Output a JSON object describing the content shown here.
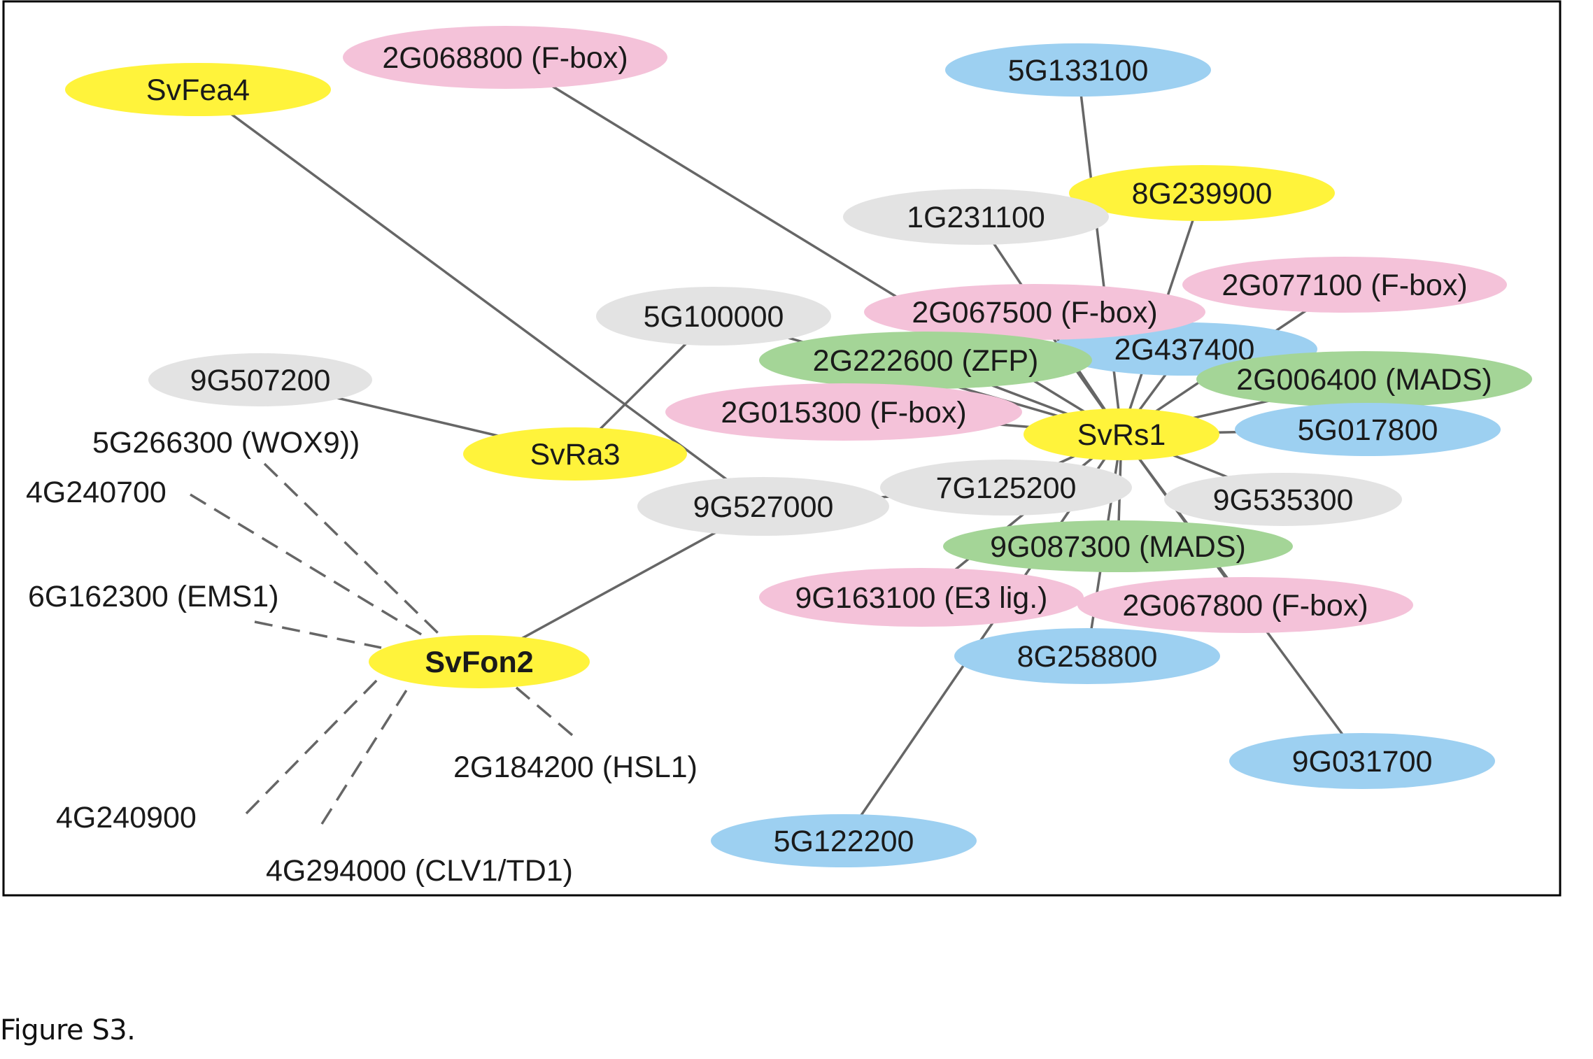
{
  "caption": "Figure S3.",
  "colors": {
    "yellow": "#fff33b",
    "pink": "#f4c2d9",
    "blue": "#9dd0f1",
    "gray": "#e3e3e3",
    "green": "#a4d597",
    "edge": "#666666",
    "frame": "#000000"
  },
  "nodes": [
    {
      "id": "SvFea4",
      "label": "SvFea4",
      "color": "yellow"
    },
    {
      "id": "2G068800",
      "label": "2G068800 (F-box)",
      "color": "pink"
    },
    {
      "id": "5G133100",
      "label": "5G133100",
      "color": "blue"
    },
    {
      "id": "8G239900",
      "label": "8G239900",
      "color": "yellow"
    },
    {
      "id": "1G231100",
      "label": "1G231100",
      "color": "gray"
    },
    {
      "id": "2G077100",
      "label": "2G077100 (F-box)",
      "color": "pink"
    },
    {
      "id": "5G100000",
      "label": "5G100000",
      "color": "gray"
    },
    {
      "id": "2G437400",
      "label": "2G437400",
      "color": "blue"
    },
    {
      "id": "2G067500",
      "label": "2G067500 (F-box)",
      "color": "pink"
    },
    {
      "id": "2G222600",
      "label": "2G222600 (ZFP)",
      "color": "green"
    },
    {
      "id": "2G006400",
      "label": "2G006400 (MADS)",
      "color": "green"
    },
    {
      "id": "9G507200",
      "label": "9G507200",
      "color": "gray"
    },
    {
      "id": "2G015300",
      "label": "2G015300 (F-box)",
      "color": "pink"
    },
    {
      "id": "SvRs1",
      "label": "SvRs1",
      "color": "yellow"
    },
    {
      "id": "5G017800",
      "label": "5G017800",
      "color": "blue"
    },
    {
      "id": "SvRa3",
      "label": "SvRa3",
      "color": "yellow"
    },
    {
      "id": "7G125200",
      "label": "7G125200",
      "color": "gray"
    },
    {
      "id": "9G535300",
      "label": "9G535300",
      "color": "gray"
    },
    {
      "id": "9G527000",
      "label": "9G527000",
      "color": "gray"
    },
    {
      "id": "9G087300",
      "label": "9G087300 (MADS)",
      "color": "green"
    },
    {
      "id": "9G163100",
      "label": "9G163100 (E3 lig.)",
      "color": "pink"
    },
    {
      "id": "2G067800",
      "label": "2G067800 (F-box)",
      "color": "pink"
    },
    {
      "id": "8G258800",
      "label": "8G258800",
      "color": "blue"
    },
    {
      "id": "SvFon2",
      "label": "SvFon2",
      "color": "yellow",
      "bold": true
    },
    {
      "id": "9G031700",
      "label": "9G031700",
      "color": "blue"
    },
    {
      "id": "5G122200",
      "label": "5G122200",
      "color": "blue"
    }
  ],
  "plain_labels": [
    {
      "id": "5G266300",
      "label": "5G266300 (WOX9))"
    },
    {
      "id": "4G240700",
      "label": "4G240700"
    },
    {
      "id": "6G162300",
      "label": "6G162300 (EMS1)"
    },
    {
      "id": "2G184200",
      "label": "2G184200 (HSL1)"
    },
    {
      "id": "4G240900",
      "label": "4G240900"
    },
    {
      "id": "4G294000",
      "label": "4G294000 (CLV1/TD1)"
    }
  ],
  "edges": [
    {
      "from": "SvFea4",
      "to": "9G527000"
    },
    {
      "from": "2G068800",
      "to": "SvRs1"
    },
    {
      "from": "5G133100",
      "to": "SvRs1"
    },
    {
      "from": "8G239900",
      "to": "SvRs1"
    },
    {
      "from": "1G231100",
      "to": "SvRs1"
    },
    {
      "from": "2G077100",
      "to": "SvRs1"
    },
    {
      "from": "5G100000",
      "to": "SvRs1"
    },
    {
      "from": "2G437400",
      "to": "SvRs1"
    },
    {
      "from": "2G067500",
      "to": "SvRs1"
    },
    {
      "from": "2G222600",
      "to": "SvRs1"
    },
    {
      "from": "2G006400",
      "to": "SvRs1"
    },
    {
      "from": "2G015300",
      "to": "SvRs1"
    },
    {
      "from": "5G017800",
      "to": "SvRs1"
    },
    {
      "from": "7G125200",
      "to": "SvRs1"
    },
    {
      "from": "9G535300",
      "to": "SvRs1"
    },
    {
      "from": "9G087300",
      "to": "SvRs1"
    },
    {
      "from": "9G163100",
      "to": "SvRs1"
    },
    {
      "from": "2G067800",
      "to": "SvRs1"
    },
    {
      "from": "8G258800",
      "to": "SvRs1"
    },
    {
      "from": "9G031700",
      "to": "SvRs1"
    },
    {
      "from": "5G122200",
      "to": "SvRs1"
    },
    {
      "from": "5G100000",
      "to": "SvRa3"
    },
    {
      "from": "9G507200",
      "to": "SvRa3"
    },
    {
      "from": "9G527000",
      "to": "7G125200"
    },
    {
      "from": "SvFon2",
      "to": "9G527000"
    },
    {
      "from": "5G266300",
      "to": "SvFon2",
      "dashed": true
    },
    {
      "from": "4G240700",
      "to": "SvFon2",
      "dashed": true
    },
    {
      "from": "6G162300",
      "to": "SvFon2",
      "dashed": true
    },
    {
      "from": "2G184200",
      "to": "SvFon2",
      "dashed": true
    },
    {
      "from": "4G240900",
      "to": "SvFon2",
      "dashed": true
    },
    {
      "from": "4G294000",
      "to": "SvFon2",
      "dashed": true
    }
  ]
}
